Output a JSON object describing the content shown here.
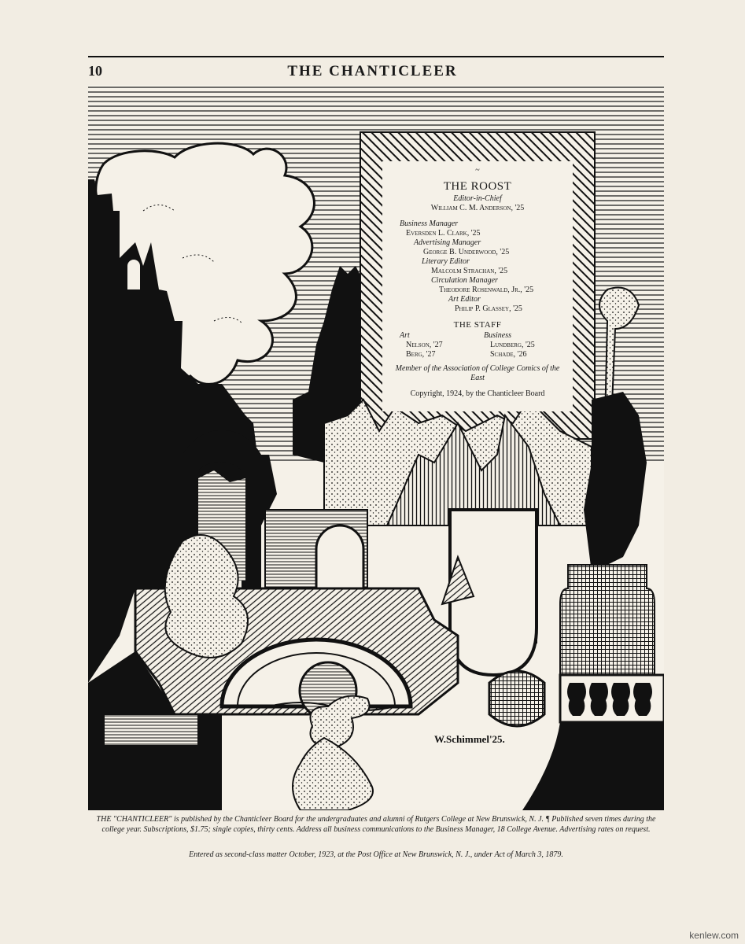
{
  "header": {
    "page_number": "10",
    "title": "THE CHANTICLEER"
  },
  "masthead": {
    "ornament": "~",
    "title": "THE ROOST",
    "editor_label": "Editor-in-Chief",
    "editor_name": "William C. M. Anderson, '25",
    "business_label": "Business Manager",
    "business_name": "Eversden L. Clark, '25",
    "advertising_label": "Advertising Manager",
    "advertising_name": "George B. Underwood, '25",
    "literary_label": "Literary Editor",
    "literary_name": "Malcolm Strachan, '25",
    "circulation_label": "Circulation Manager",
    "circulation_name": "Theodore Rosenwald, Jr., '25",
    "art_label": "Art Editor",
    "art_name": "Philip P. Glassey, '25",
    "staff_title": "THE STAFF",
    "staff_art_label": "Art",
    "staff_business_label": "Business",
    "staff_art_1": "Nelson, '27",
    "staff_art_2": "Berg, '27",
    "staff_business_1": "Lundberg, '25",
    "staff_business_2": "Schade, '26",
    "member_text": "Member of the Association of College Comics of the East",
    "copyright_text": "Copyright, 1924, by the Chanticleer Board"
  },
  "artwork": {
    "signature": "W.Schimmel'25."
  },
  "footer": {
    "publication_text": "THE \"CHANTICLEER\" is published by the Chanticleer Board for the undergraduates and alumni of Rutgers College at New Brunswick, N. J. ¶ Published seven times during the college year. Subscriptions, $1.75; single copies, thirty cents. Address all business communications to the Business Manager, 18 College Avenue. Advertising rates on request.",
    "entry_text": "Entered as second-class matter October, 1923, at the Post Office at New Brunswick, N. J., under Act of March 3, 1879."
  },
  "watermark": "kenlew.com"
}
